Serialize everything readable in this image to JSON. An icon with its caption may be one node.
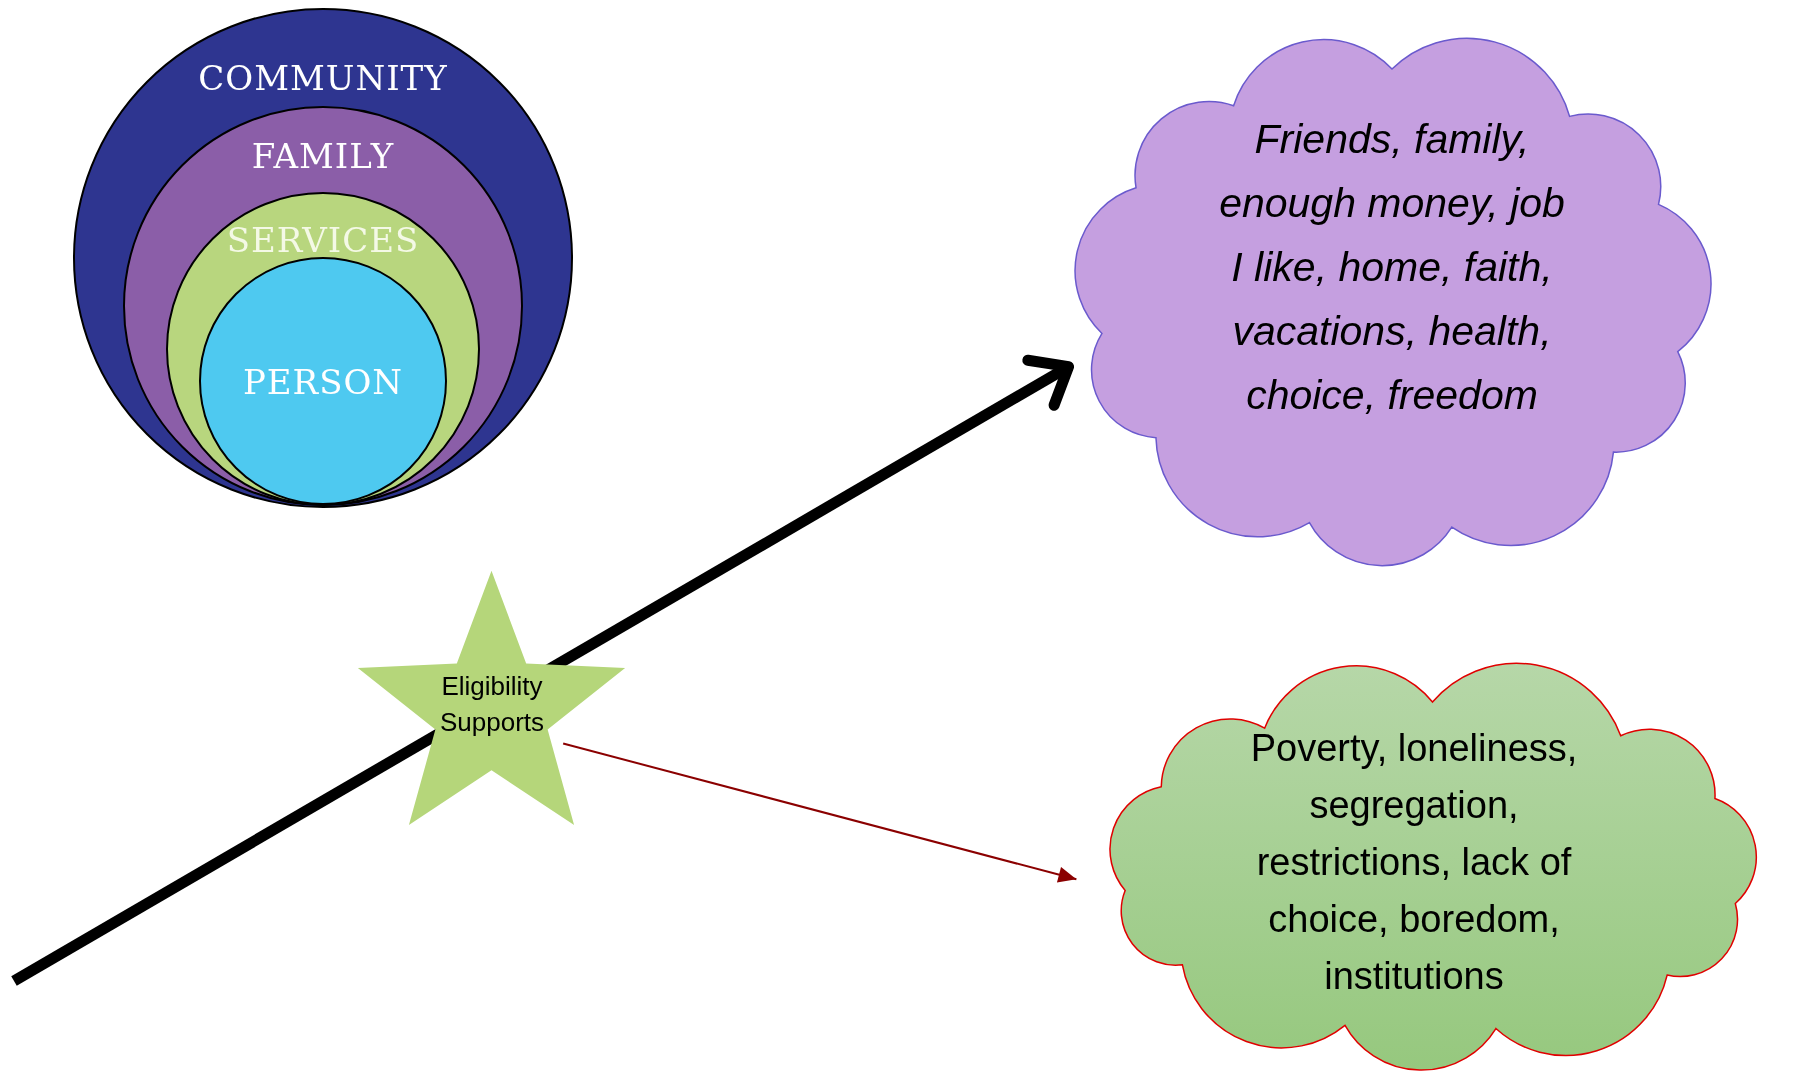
{
  "diagram": {
    "nodes": [
      {
        "text": [
          "COMMUNITY"
        ]
      },
      {
        "text": [
          "FAMILY"
        ],
        "in": 0
      },
      {
        "text": [
          "SERVICES"
        ],
        "in": 1
      },
      {
        "text": [
          "PERSON"
        ],
        "in": 2
      },
      {
        "text": [
          "Eligibility Supports"
        ]
      },
      {
        "text": [
          "Friends, family, enough money, job I like, home, faith, vacations, health, choice, freedom"
        ]
      },
      {
        "text": [
          "Poverty, loneliness, segregation, restrictions, lack of choice, boredom, institutions"
        ]
      }
    ],
    "edges": [
      {
        "from": null,
        "to": 5,
        "arrow": "to",
        "style": "thick"
      },
      {
        "from": 4,
        "to": 6,
        "arrow": "to",
        "color": "#8b0000"
      }
    ]
  }
}
